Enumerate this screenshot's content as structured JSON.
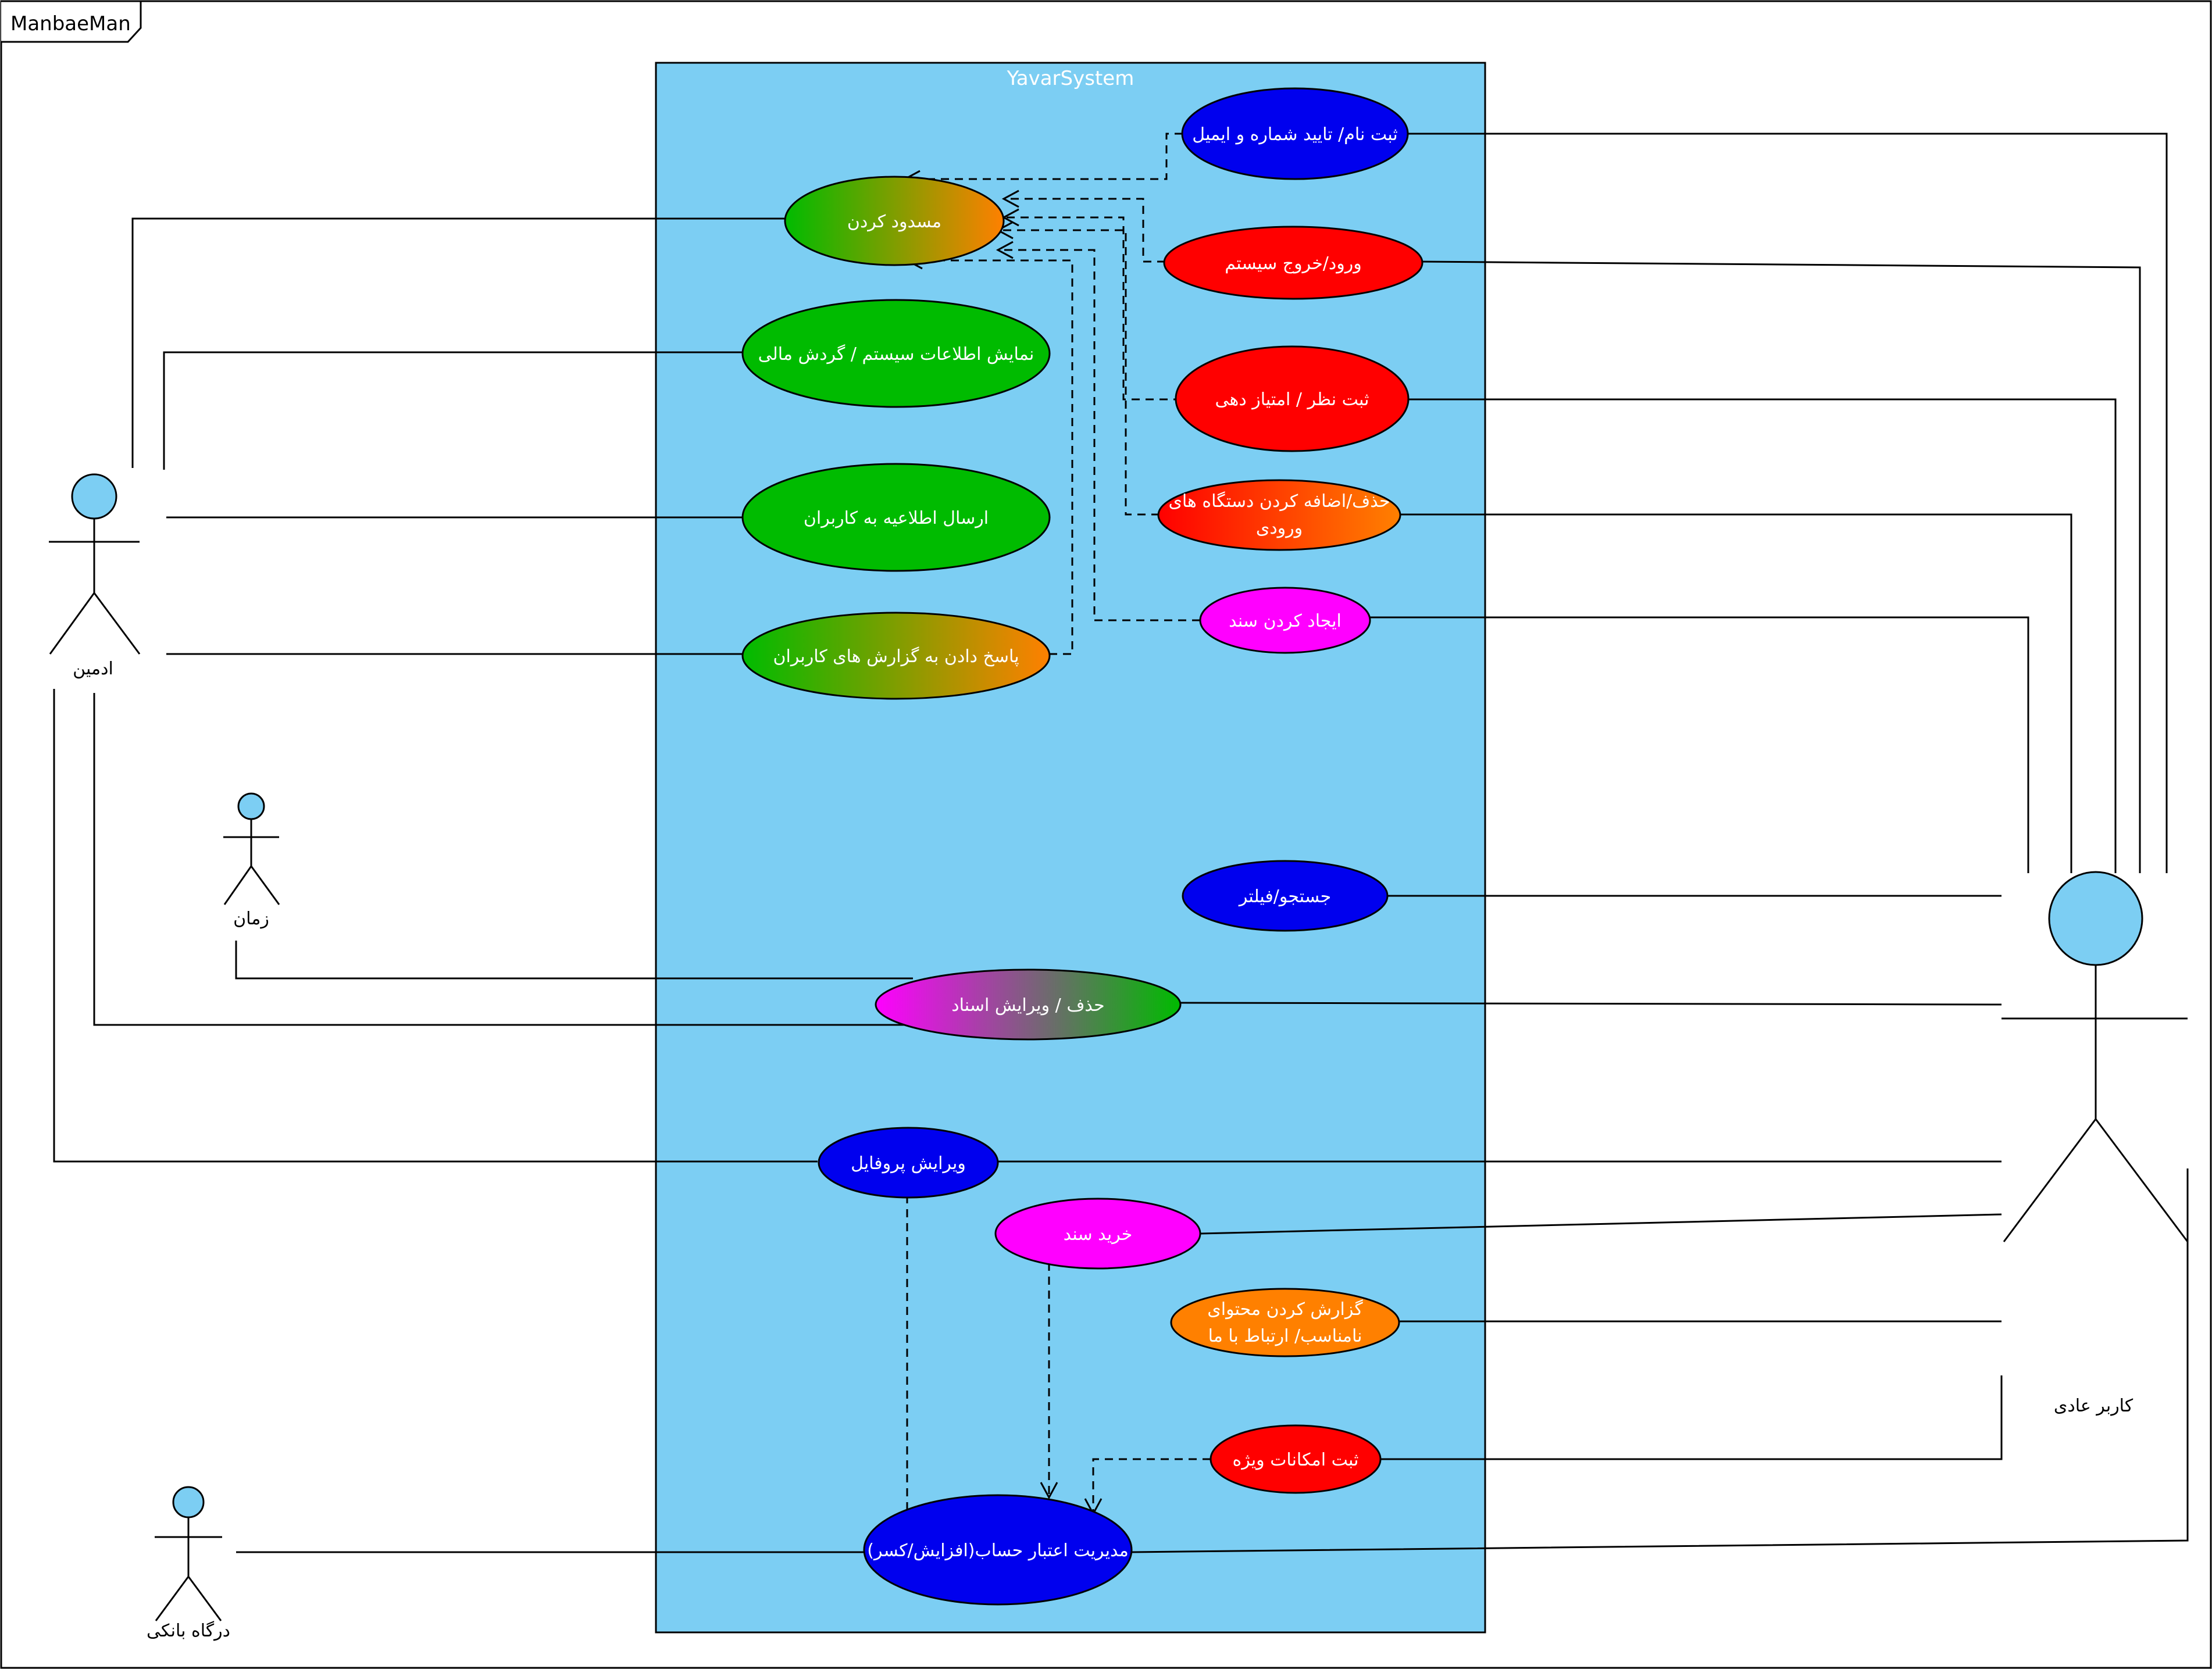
{
  "frame": {
    "label": "ManbaeMan"
  },
  "system": {
    "title": "YavarSystem"
  },
  "actors": {
    "admin": {
      "label": "ادمین"
    },
    "time": {
      "label": "زمان"
    },
    "bank": {
      "label": "درگاه بانکی"
    },
    "user": {
      "label": "کاربر عادی"
    }
  },
  "use_cases": {
    "register": "ثبت نام/ تایید شماره و ایمیل",
    "block": "مسدود کردن",
    "login": "ورود/خروج سیستم",
    "show_info": "نمایش اطلاعات سیستم / گردش مالی",
    "rate": "ثبت نظر / امتیاز دهی",
    "devices_line1": "حذف/اضافه کردن دستگاه های",
    "devices_line2": "ورودی",
    "announce": "ارسال اطلاعیه به کاربران",
    "create_doc": "ایجاد کردن سند",
    "answer_reports": "پاسخ دادن به گزارش های کاربران",
    "search": "جستجو/فیلتر",
    "edit_docs": "حذف / ویرایش اسناد",
    "edit_profile": "ویرایش پروفایل",
    "buy_doc": "خرید سند",
    "report_line1": "گزارش کردن محتوای",
    "report_line2": "نامناسب/ ارتباط با ما",
    "premium": "ثبت امکانات ویژه",
    "credit": "مدیریت اعتبار حساب(افزایش/کسر)"
  },
  "colors": {
    "system_fill": "#7ccef3",
    "blue": "#0000ee",
    "red": "#ff0000",
    "green": "#00bb00",
    "magenta": "#ff00ff",
    "orange": "#ff8000",
    "actor_head": "#7ccef3"
  }
}
